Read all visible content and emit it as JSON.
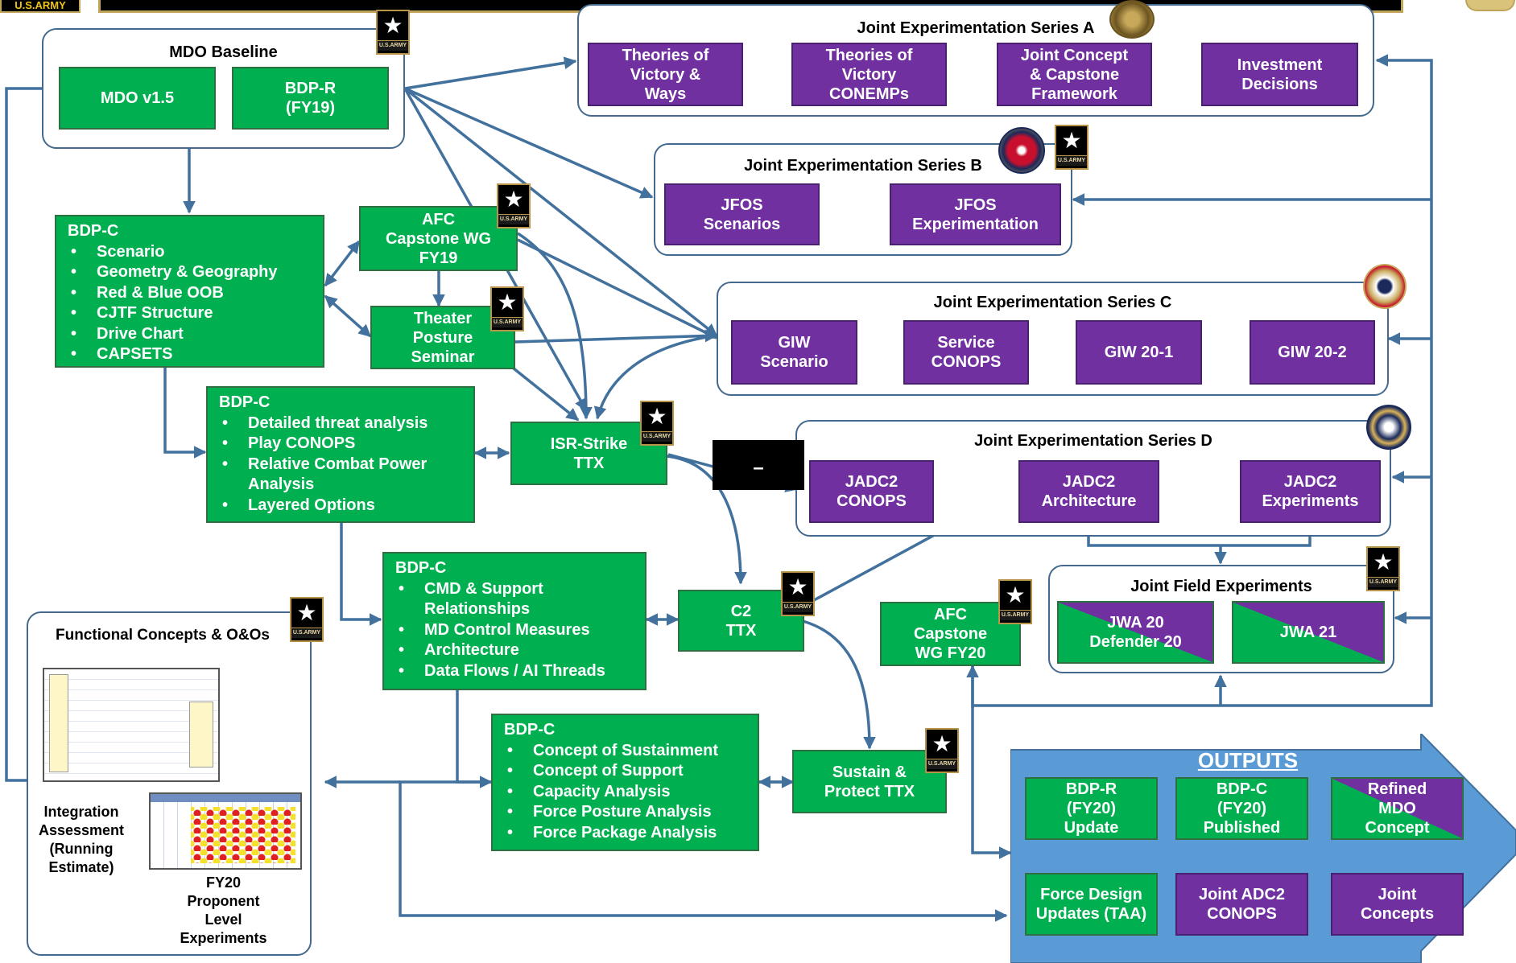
{
  "header": {
    "logo_text": "U.S.ARMY"
  },
  "badge_text": "U.S.ARMY",
  "groups": {
    "mdo_baseline": "MDO Baseline",
    "series_a": "Joint Experimentation Series A",
    "series_b": "Joint Experimentation Series B",
    "series_c": "Joint Experimentation Series C",
    "series_d": "Joint Experimentation Series D",
    "jfe": "Joint Field Experiments",
    "functional": "Functional Concepts & O&Os"
  },
  "nodes": {
    "mdo_v15": "MDO v1.5",
    "bdp_r_fy19": "BDP-R\n(FY19)",
    "a1": "Theories of\nVictory &\nWays",
    "a2": "Theories of\nVictory\nCONEMPs",
    "a3": "Joint Concept\n& Capstone\nFramework",
    "a4": "Investment\nDecisions",
    "b1": "JFOS\nScenarios",
    "b2": "JFOS\nExperimentation",
    "c1": "GIW\nScenario",
    "c2": "Service\nCONOPS",
    "c3": "GIW 20-1",
    "c4": "GIW 20-2",
    "d1": "JADC2\nCONOPS",
    "d2": "JADC2\nArchitecture",
    "d3": "JADC2\nExperiments",
    "afc_wg19": "AFC\nCapstone WG\nFY19",
    "tps": "Theater\nPosture\nSeminar",
    "isr": "ISR-Strike\nTTX",
    "c2ttx": "C2\nTTX",
    "afc_wg20": "AFC\nCapstone\nWG FY20",
    "spttx": "Sustain &\nProtect TTX",
    "jwa20": "JWA 20\nDefender 20",
    "jwa21": "JWA 21",
    "censor": "–"
  },
  "bdp_c": [
    {
      "title": "BDP-C",
      "items": [
        "Scenario",
        "Geometry & Geography",
        "Red & Blue OOB",
        "CJTF Structure",
        "Drive Chart",
        "CAPSETS"
      ]
    },
    {
      "title": "BDP-C",
      "items": [
        "Detailed threat analysis",
        "Play CONOPS",
        "Relative Combat Power Analysis",
        "Layered Options"
      ]
    },
    {
      "title": "BDP-C",
      "items": [
        "CMD & Support Relationships",
        "MD Control Measures",
        "Architecture",
        "Data Flows / AI Threads"
      ]
    },
    {
      "title": "BDP-C",
      "items": [
        "Concept of Sustainment",
        "Concept of Support",
        "Capacity Analysis",
        "Force Posture Analysis",
        "Force Package Analysis"
      ]
    }
  ],
  "functional": {
    "integration_label": "Integration\nAssessment\n(Running\nEstimate)",
    "fy20_label": "FY20\nProponent\nLevel\nExperiments"
  },
  "outputs": {
    "title": "OUTPUTS",
    "items": [
      "BDP-R\n(FY20)\nUpdate",
      "BDP-C\n(FY20)\nPublished",
      "Refined\nMDO\nConcept",
      "Force Design\nUpdates (TAA)",
      "Joint ADC2\nCONOPS",
      "Joint\nConcepts"
    ]
  },
  "colors": {
    "green": "#00b050",
    "purple": "#7030a0",
    "arrow": "#41719c",
    "outputs_blue": "#5b9bd5",
    "frame": "#44698e"
  }
}
